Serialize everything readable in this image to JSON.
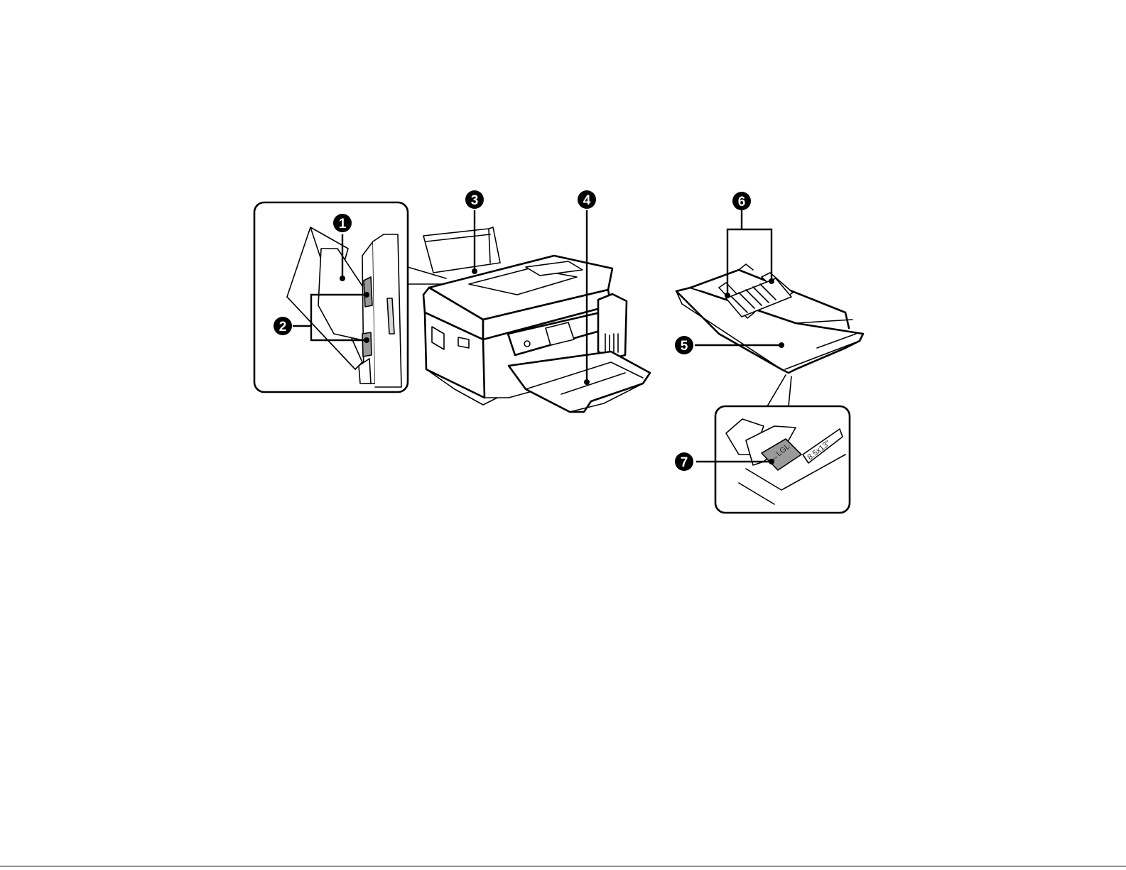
{
  "callouts": [
    {
      "id": "1",
      "label": "1"
    },
    {
      "id": "2",
      "label": "2"
    },
    {
      "id": "3",
      "label": "3"
    },
    {
      "id": "4",
      "label": "4"
    },
    {
      "id": "5",
      "label": "5"
    },
    {
      "id": "6",
      "label": "6"
    },
    {
      "id": "7",
      "label": "7"
    }
  ],
  "tray_labels": {
    "size_mark": "8.5x13\"",
    "lgl_mark": "↔LGL"
  },
  "colors": {
    "line": "#000000",
    "background": "#ffffff",
    "callout_fill": "#000000",
    "callout_text": "#ffffff"
  },
  "icons": [
    "printer-illustration",
    "paper-cassette-illustration",
    "rear-feed-detail-illustration",
    "tray-lock-detail-illustration"
  ]
}
